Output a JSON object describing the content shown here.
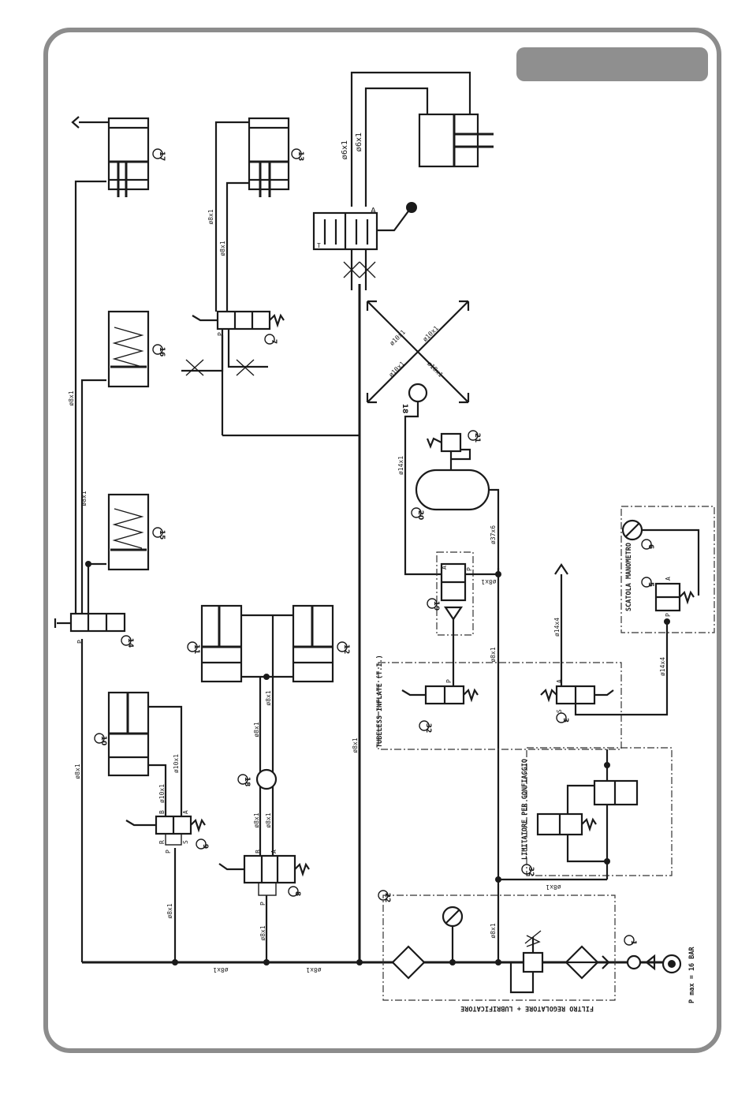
{
  "labels": {
    "filter_group": "FILTRO REGOLATORE + LUBRIFICATORE",
    "tubeless_group": "TUBELESS INFLATE (T.I.)",
    "limiter_group": "LIMITATORE PER GONFIAGGIO",
    "gauge_box": "SCATOLA MANOMETRO",
    "pmax": "P max = 16 BAR",
    "port_a": "A",
    "port_t": "T",
    "port_p": "P",
    "port_r": "R",
    "port_s": "S",
    "port_b": "B",
    "pipe_6x1": "ø6x1",
    "pipe_8x1": "ø8x1",
    "pipe_10x1": "ø10x1",
    "pipe_14x1": "ø14x1",
    "pipe_14x4": "ø14x4",
    "pipe_37x6": "ø37x6"
  },
  "components": {
    "c1": "1",
    "c3": "3",
    "c5": "5",
    "c6": "6",
    "c7": "7",
    "c8": "8",
    "c9": "9",
    "c10": "10",
    "c11": "11",
    "c12": "12",
    "c13": "13",
    "c14": "14",
    "c15": "15",
    "c16": "16",
    "c17": "17",
    "c18a": "18",
    "c18b": "18",
    "c19": "19",
    "c20": "20",
    "c21": "21",
    "c22": "22",
    "c32a": "32",
    "c32b": "32"
  },
  "colors": {
    "frame": "#8c8c8c",
    "tab": "#8f8f8f",
    "ink": "#1a1a1a"
  }
}
